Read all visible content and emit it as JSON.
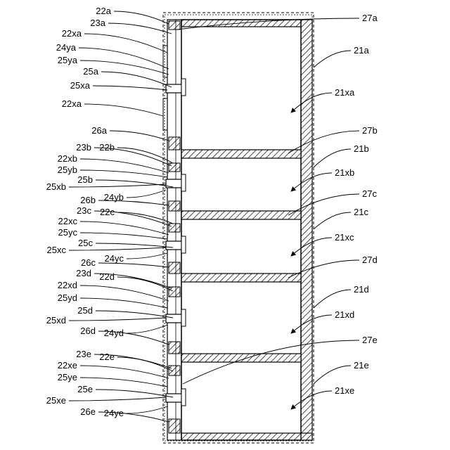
{
  "figure": {
    "labels_left": [
      "22a",
      "23a",
      "22xa",
      "24ya",
      "25ya",
      "25a",
      "25xa",
      "22xa",
      "26a",
      "23b",
      "22b",
      "22xb",
      "25yb",
      "25xb",
      "25b",
      "24yb",
      "26b",
      "23c",
      "22c",
      "22xc",
      "25yc",
      "25c",
      "25xc",
      "24yc",
      "26c",
      "23d",
      "22d",
      "22xd",
      "25yd",
      "25d",
      "25xd",
      "24yd",
      "26d",
      "23e",
      "22e",
      "22xe",
      "25ye",
      "25e",
      "25xe",
      "24ye",
      "26e"
    ],
    "labels_right": [
      "27a",
      "21a",
      "21xa",
      "27b",
      "21b",
      "21xb",
      "27c",
      "21c",
      "21xc",
      "27d",
      "21d",
      "21xd",
      "27e",
      "21e",
      "21xe"
    ]
  }
}
